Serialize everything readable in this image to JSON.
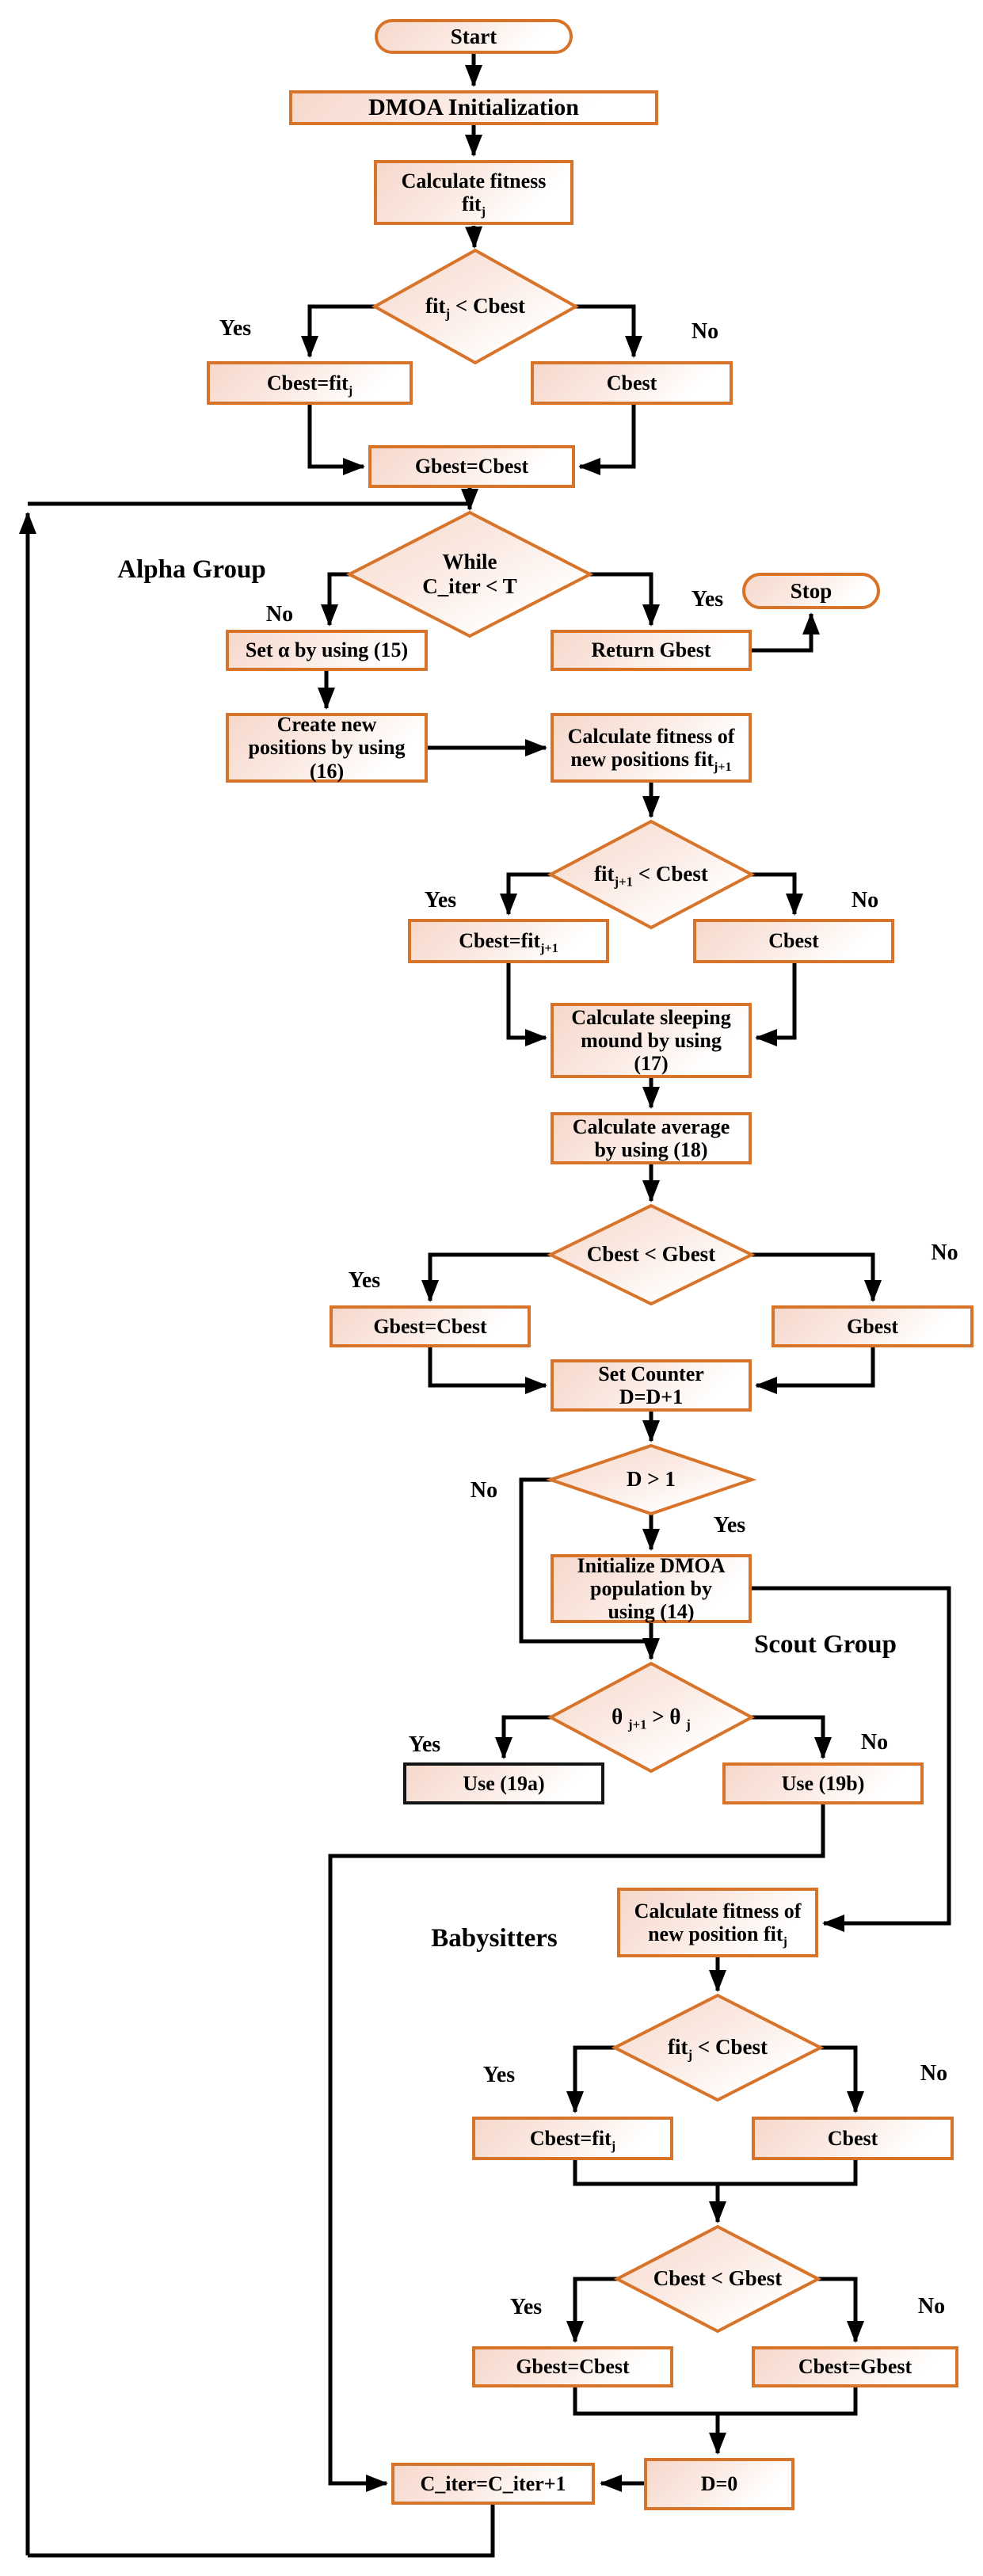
{
  "colors": {
    "node_border": "#D8732A",
    "use19a_border": "#141414",
    "connector": "#000000",
    "fill_gradient_start": "#F6D8CC",
    "fill_gradient_end": "#FFFFFF",
    "text": "#000000"
  },
  "groups": {
    "alpha": "Alpha Group",
    "scout": "Scout Group",
    "babysitters": "Babysitters"
  },
  "nodes": {
    "start": {
      "label": "Start"
    },
    "dmoa_init": {
      "label": "DMOA Initialization"
    },
    "calc_fit1": {
      "line1": "Calculate fitness",
      "pre": "fit",
      "sub": "j"
    },
    "cbest_fitj_a": {
      "pre": "Cbest=fit",
      "sub": "j"
    },
    "cbest_a": {
      "label": "Cbest"
    },
    "gbest_cbest_a": {
      "label": "Gbest=Cbest"
    },
    "stop": {
      "label": "Stop"
    },
    "set_alpha": {
      "label": "Set α by using (15)"
    },
    "return_gbest": {
      "label": "Return Gbest"
    },
    "create_new": {
      "line1": "Create new",
      "line2": "positions by using",
      "line3": "(16)"
    },
    "calc_fit_new": {
      "line1": "Calculate fitness of",
      "pre": "new positions fit",
      "sub": "j+1"
    },
    "cbest_fitj_b": {
      "pre": "Cbest=fit",
      "sub": "j+1"
    },
    "cbest_b": {
      "label": "Cbest"
    },
    "sleeping": {
      "line1": "Calculate sleeping",
      "line2": "mound by using",
      "line3": "(17)"
    },
    "average": {
      "line1": "Calculate average",
      "line2": "by using (18)"
    },
    "gbest_cbest_b": {
      "label": "Gbest=Cbest"
    },
    "gbest_b": {
      "label": "Gbest"
    },
    "set_counter": {
      "line1": "Set Counter",
      "line2": "D=D+1"
    },
    "init_dmoa": {
      "line1": "Initialize DMOA",
      "line2": "population by",
      "line3": "using (14)"
    },
    "use19a": {
      "label": "Use (19a)"
    },
    "use19b": {
      "label": "Use (19b)"
    },
    "calc_fit2": {
      "line1": "Calculate fitness of",
      "pre": "new position fit",
      "sub": "j"
    },
    "cbest_fitj_c": {
      "pre": "Cbest=fit",
      "sub": "j"
    },
    "cbest_c": {
      "label": "Cbest"
    },
    "gbest_cbest_c": {
      "label": "Gbest=Cbest"
    },
    "cbest_gbest": {
      "label": "Cbest=Gbest"
    },
    "d_zero": {
      "label": "D=0"
    },
    "c_iter": {
      "label": "C_iter=C_iter+1"
    }
  },
  "decisions": {
    "d1": {
      "pre": "fit",
      "sub": "j",
      "post": " < Cbest",
      "yes": "Yes",
      "no": "No"
    },
    "d2": {
      "line1": "While",
      "line2": "C_iter < T",
      "yes": "Yes",
      "no": "No"
    },
    "d3": {
      "pre": "fit",
      "sub": "j+1",
      "post": " < Cbest",
      "yes": "Yes",
      "no": "No"
    },
    "d4": {
      "label": "Cbest < Gbest",
      "yes": "Yes",
      "no": "No"
    },
    "d5": {
      "label": "D > 1",
      "yes": "Yes",
      "no": "No"
    },
    "d6": {
      "pre": "θ ",
      "sub1": "j+1",
      "mid": " > θ ",
      "sub2": "j",
      "yes": "Yes",
      "no": "No"
    },
    "d7": {
      "pre": "fit",
      "sub": "j",
      "post": " < Cbest",
      "yes": "Yes",
      "no": "No"
    },
    "d8": {
      "label": "Cbest < Gbest",
      "yes": "Yes",
      "no": "No"
    }
  }
}
